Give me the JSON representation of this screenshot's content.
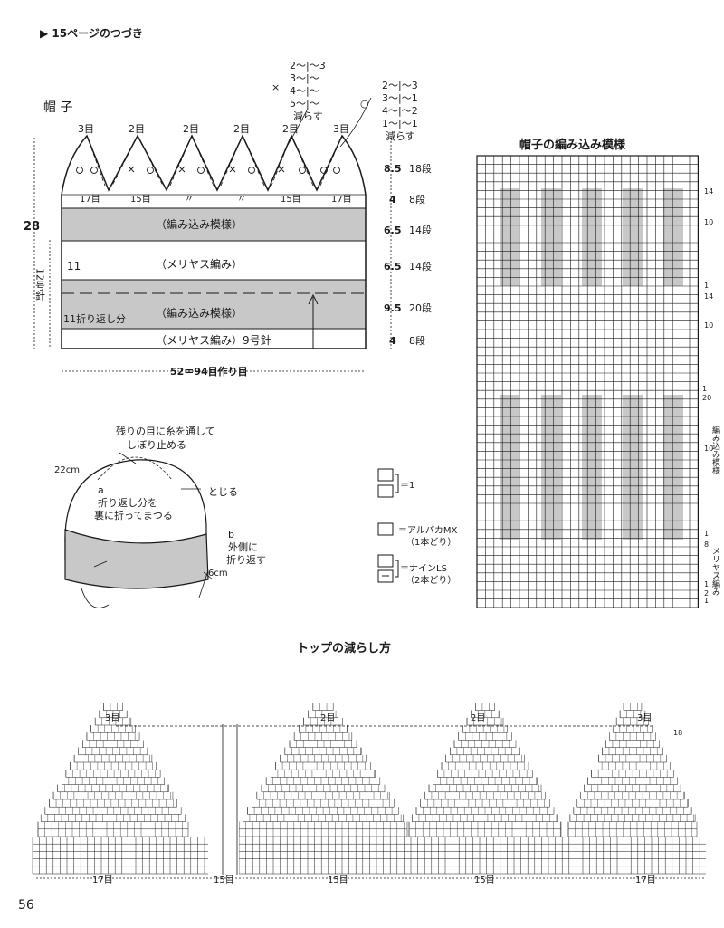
{
  "header": {
    "arrow": "▶",
    "continued": "15ページのつづき"
  },
  "page_number": "56",
  "hat": {
    "title": "帽 子",
    "top_stitches": [
      "3目",
      "2目",
      "2目",
      "2目",
      "2目",
      "3目"
    ],
    "bottom_counts": [
      "17目",
      "15目",
      "〃",
      "〃",
      "15目",
      "17目"
    ],
    "decrease_x": {
      "marker": "×",
      "lines": [
        "2～|～3",
        "3～|～",
        "4～|～",
        "5～|～"
      ],
      "label": "減らす"
    },
    "decrease_o": {
      "marker": "○",
      "lines": [
        "2～|～3",
        "3～|～1",
        "4～|～2",
        "1～|～1"
      ],
      "label": "減らす"
    },
    "bands": [
      "（編み込み模様）",
      "（メリヤス編み）",
      "（編み込み模様）",
      "（メリヤス編み）9号針"
    ],
    "height_total": "28",
    "height_11": "11",
    "needle": "12号針",
    "fold": "11折り返し分",
    "width": "52＝94目作り目",
    "right_dims": [
      {
        "cm": "8.5",
        "rows": "18段"
      },
      {
        "cm": "4",
        "rows": "8段"
      },
      {
        "cm": "6.5",
        "rows": "14段"
      },
      {
        "cm": "6.5",
        "rows": "14段"
      },
      {
        "cm": "9.5",
        "rows": "20段"
      },
      {
        "cm": "4",
        "rows": "8段"
      }
    ]
  },
  "finish": {
    "gather": "残りの目に糸を通して",
    "gather2": "しぼり止める",
    "cm22": "22cm",
    "close": "とじる",
    "a_mark": "a",
    "a_text1": "折り返し分を",
    "a_text2": "裏に折ってまつる",
    "b_mark": "b",
    "b_text1": "外側に",
    "b_text2": "折り返す",
    "cm6": "6cm"
  },
  "legend": {
    "item1": "＝1",
    "item2": "＝アルパカMX",
    "item2b": "（1本どり）",
    "item3": "＝ナインLS",
    "item3b": "（2本どり）"
  },
  "pattern": {
    "title": "帽子の編み込み模様",
    "rows_top": [
      "14",
      "10",
      "1",
      "14",
      "10"
    ],
    "rows_bottom": [
      "1",
      "20",
      "10",
      "1",
      "8",
      "1",
      "2",
      "1"
    ],
    "side_label1": "編み込み模様",
    "side_label2": "メリヤス編み"
  },
  "top": {
    "title": "トップの減らし方",
    "peaks": [
      "3目",
      "2目",
      "2目",
      "3目"
    ],
    "row18": "18",
    "bottom": [
      "17目",
      "15目",
      "15目",
      "15目",
      "17目"
    ]
  },
  "colors": {
    "ink": "#1a1a1a",
    "shade": "#c8c8c8",
    "paper": "#ffffff"
  }
}
